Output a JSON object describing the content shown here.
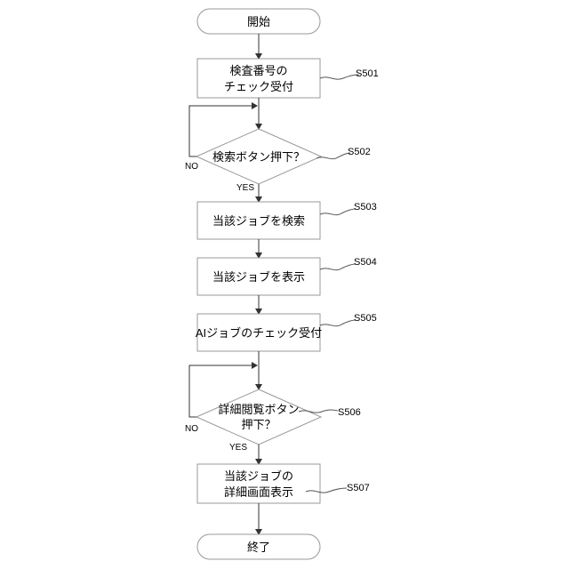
{
  "flowchart": {
    "start": "開始",
    "end": "終了",
    "steps": [
      {
        "id": "S501",
        "lines": [
          "検査番号の",
          "チェック受付"
        ]
      },
      {
        "id": "S502",
        "lines": [
          "検索ボタン押下？"
        ],
        "branch_no": "NO",
        "branch_yes": "YES"
      },
      {
        "id": "S503",
        "lines": [
          "当該ジョブを検索"
        ]
      },
      {
        "id": "S504",
        "lines": [
          "当該ジョブを表示"
        ]
      },
      {
        "id": "S505",
        "lines": [
          "AIジョブのチェック受付"
        ]
      },
      {
        "id": "S506",
        "lines": [
          "詳細閲覧ボタン",
          "押下？"
        ],
        "branch_no": "NO",
        "branch_yes": "YES"
      },
      {
        "id": "S507",
        "lines": [
          "当該ジョブの",
          "詳細画面表示"
        ]
      }
    ]
  }
}
